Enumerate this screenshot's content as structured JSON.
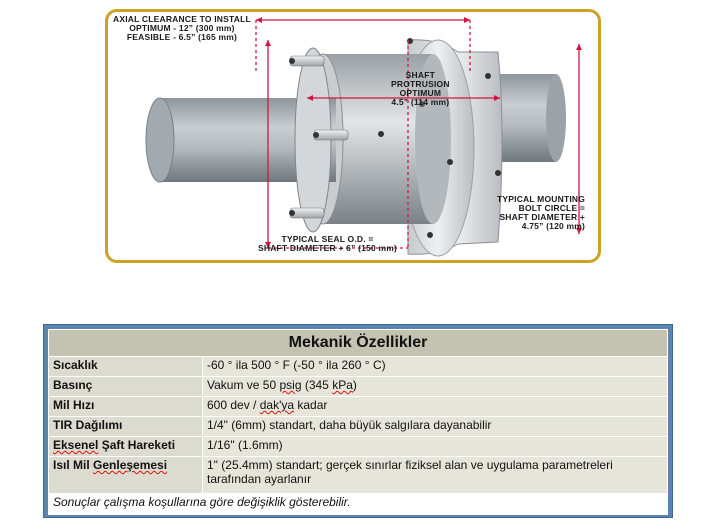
{
  "figure": {
    "axial_clearance": "AXIAL CLEARANCE TO INSTALL\nOPTIMUM - 12” (300 mm)\nFEASIBLE - 6.5” (165 mm)",
    "shaft_protrusion": "SHAFT\nPROTRUSION\nOPTIMUM\n4.5” (114 mm)",
    "mounting_bolt_circle": "TYPICAL MOUNTING\nBOLT CIRCLE =\nSHAFT DIAMETER +\n4.75” (120 mm)",
    "seal_od": "TYPICAL SEAL O.D. =\nSHAFT DIAMETER + 6” (150 mm)",
    "frame_color": "#c9a227",
    "dimension_color": "#d0163f"
  },
  "table": {
    "title": "Mekanik Özellikler",
    "rows": [
      {
        "label": "Sıcaklık",
        "value": "-60 ° ila 500 ° F (-50 ° ila 260 ° C)"
      },
      {
        "label": "Basınç",
        "value_prefix": "Vakum ve 50 ",
        "value_flag1": "psig",
        "value_mid": " (345 ",
        "value_flag2": "kPa",
        "value_suffix": ")"
      },
      {
        "label": "Mil Hızı",
        "value_prefix": "600 dev / ",
        "value_flag1": "dak'ya",
        "value_suffix": " kadar"
      },
      {
        "label": "TIR Dağılımı",
        "value": "1/4\" (6mm) standart, daha büyük salgılara dayanabilir"
      },
      {
        "label_flag": "Eksenel",
        "label_rest": " Şaft Hareketi",
        "value": "1/16\" (1.6mm)"
      },
      {
        "label_prefix": "Isıl Mil ",
        "label_flag": "Genleşemesi",
        "value": "1\" (25.4mm)  standart; gerçek sınırlar fiziksel alan ve uygulama parametreleri tarafından ayarlanır"
      }
    ],
    "note": "Sonuçlar çalışma koşullarına göre değişiklik gösterebilir.",
    "panel_color": "#5b84b1"
  }
}
